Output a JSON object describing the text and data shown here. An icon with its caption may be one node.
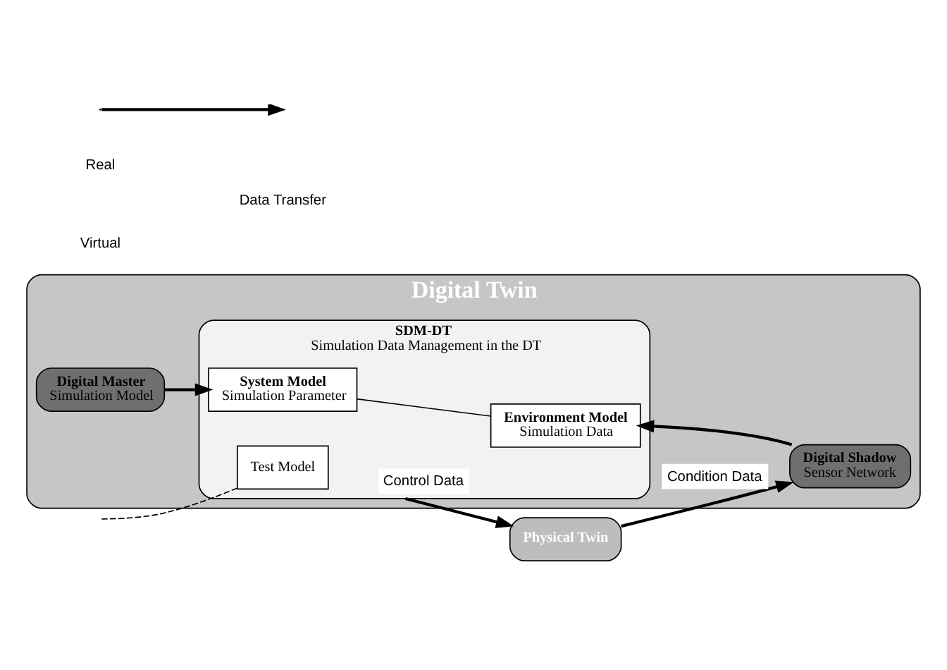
{
  "diagram": {
    "nodes": [
      {
        "text": [
          "Digital Twin"
        ]
      },
      {
        "text": [
          "Digital Master",
          "Simulation Model"
        ],
        "in": 0
      },
      {
        "text": [
          "SDM-DT",
          "Simulation Data Management in the DT"
        ],
        "in": 0
      },
      {
        "text": [
          "System Model",
          "Simulation Parameter"
        ],
        "in": 2
      },
      {
        "text": [
          "Environment Model",
          "Simulation Data"
        ],
        "in": 2
      },
      {
        "text": [
          "Test Model"
        ],
        "in": 2
      },
      {
        "text": [
          "Digital Shadow",
          "Sensor Network"
        ],
        "in": 0
      },
      {
        "text": [
          "Physical Twin"
        ]
      }
    ],
    "edges": [
      {
        "from": 1,
        "to": 3,
        "arrow": "to"
      },
      {
        "from": 6,
        "to": 4,
        "arrow": "to"
      },
      {
        "from": 3,
        "to": 4,
        "arrow": "none"
      },
      {
        "from": null,
        "to": 5,
        "arrow": "none",
        "style": "dashed"
      },
      {
        "from": 2,
        "to": 7,
        "arrow": "to",
        "label": "Control Data"
      },
      {
        "from": 7,
        "to": 6,
        "arrow": "to",
        "label": "Condition Data"
      }
    ],
    "labels": [
      "Virtual",
      "Real"
    ],
    "legend": [
      {
        "text": "Data Transfer"
      }
    ]
  }
}
